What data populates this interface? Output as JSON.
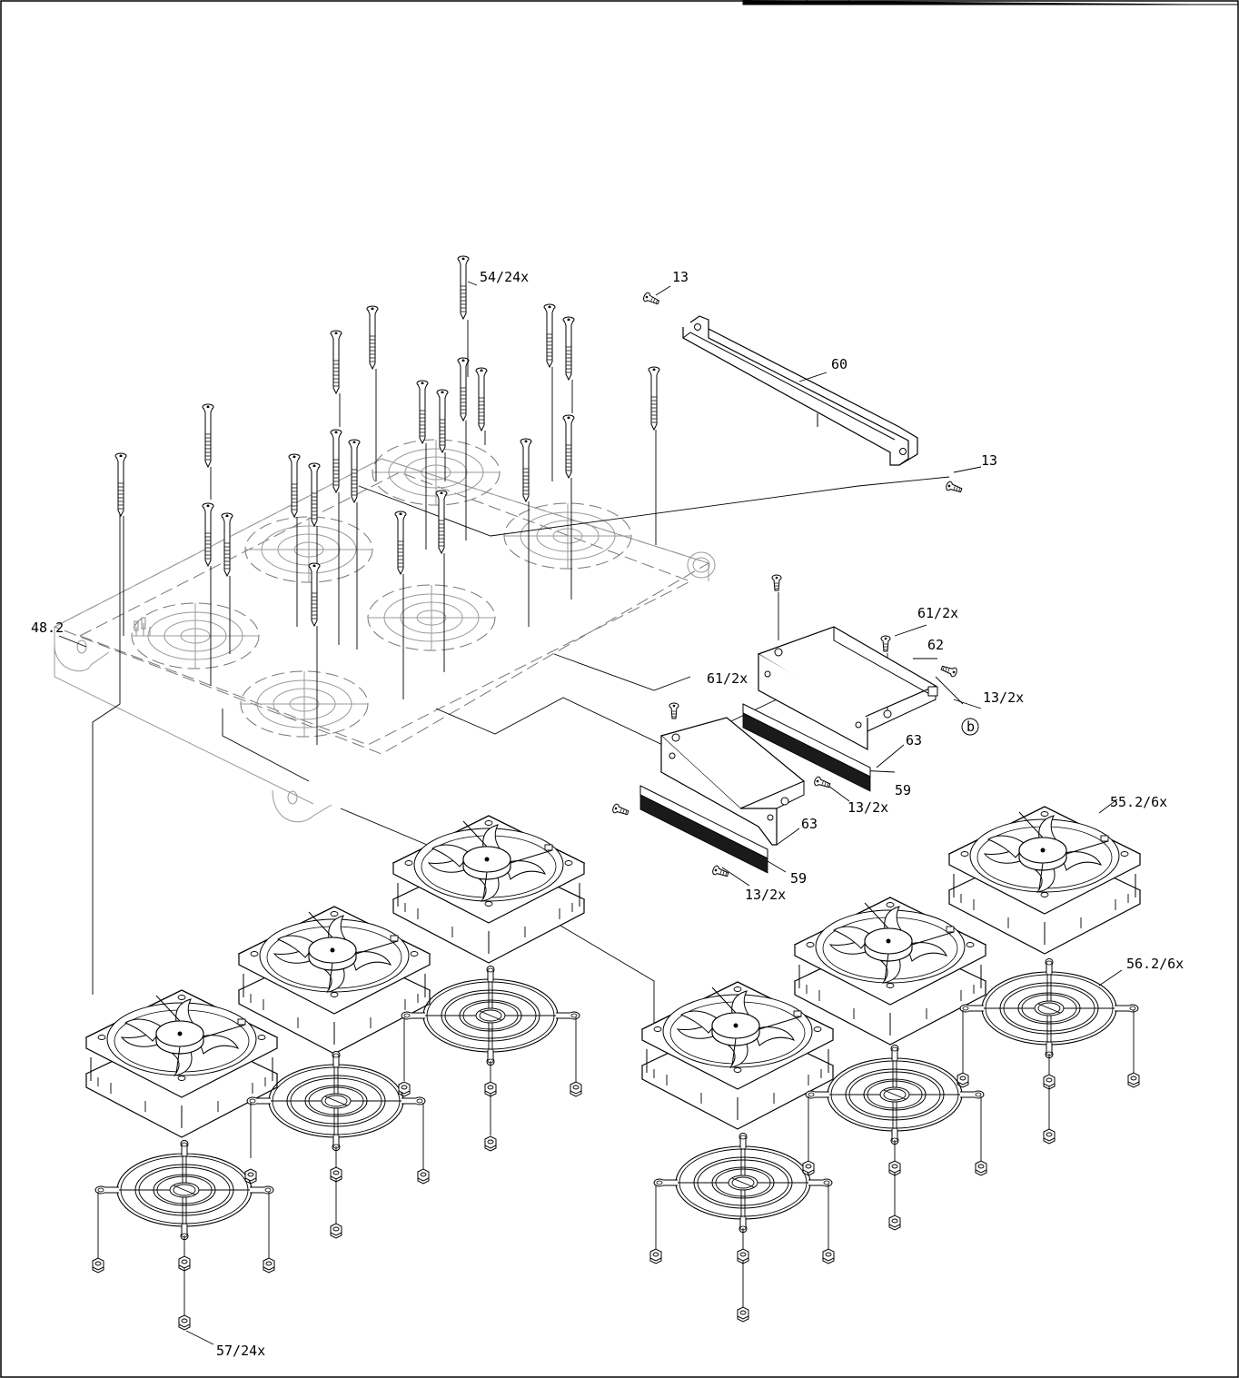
{
  "callouts": {
    "c_54": "54/24x",
    "c_13a": "13",
    "c_60": "60",
    "c_13b": "13",
    "c_48": "48.2",
    "c_61a": "61/2x",
    "c_62": "62",
    "c_13c": "13/2x",
    "c_b": "b",
    "c_61b": "61/2x",
    "c_63a": "63",
    "c_59a": "59",
    "c_13d": "13/2x",
    "c_55": "55.2/6x",
    "c_63b": "63",
    "c_59b": "59",
    "c_13e": "13/2x",
    "c_56": "56.2/6x",
    "c_57": "57/24x"
  },
  "parts": {
    "screw_count": 24,
    "fan_count": 6,
    "grille_count": 6
  },
  "colors": {
    "line": "#000000",
    "phantom": "#777777",
    "brush": "#1a1a1a"
  }
}
